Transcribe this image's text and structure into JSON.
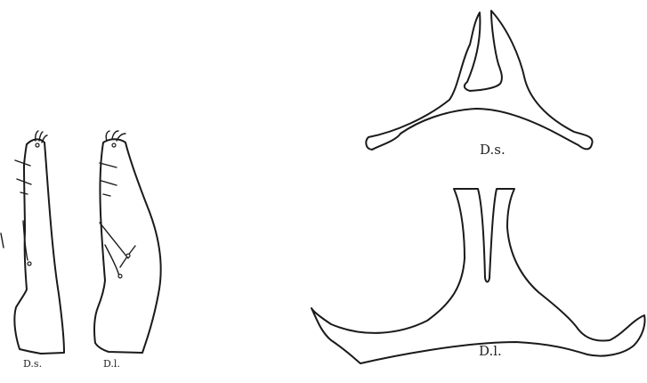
{
  "figure": {
    "left_group": {
      "specimen_1_label": "D.s.",
      "specimen_2_label": "D.l."
    },
    "right_group": {
      "upper_label": "D.s.",
      "lower_label": "D.l."
    }
  }
}
